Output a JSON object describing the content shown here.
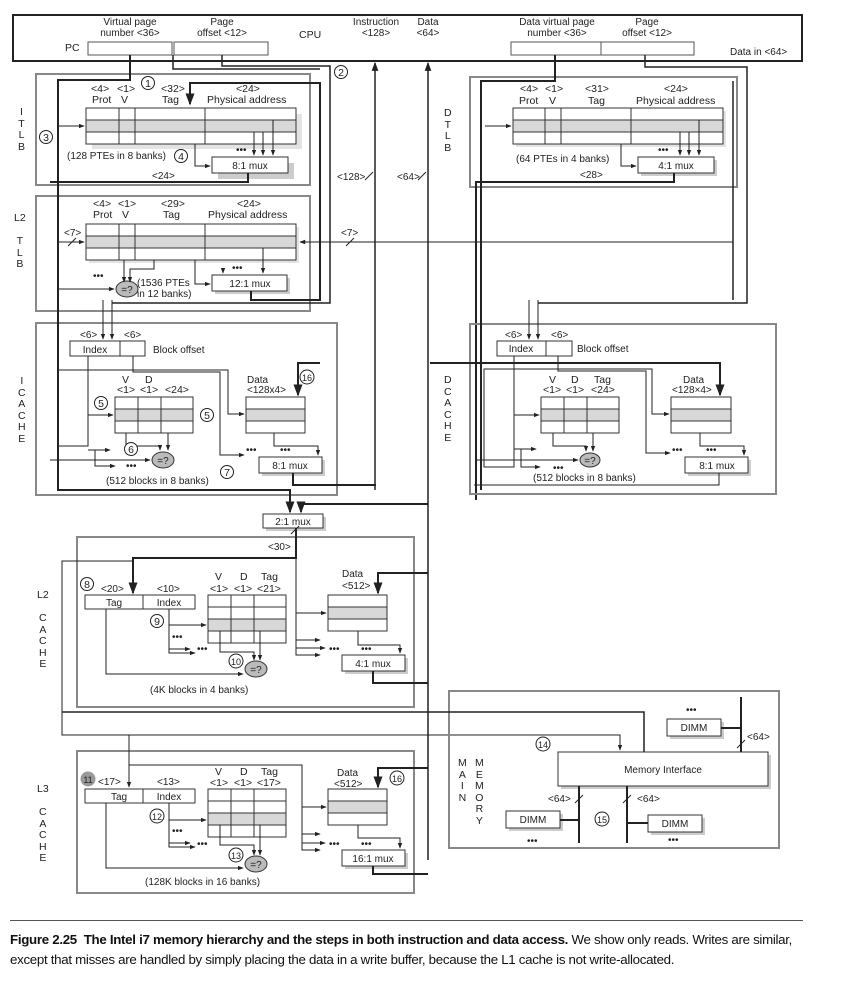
{
  "figure": {
    "cpu": {
      "title": "CPU",
      "pc_label": "PC",
      "virtual_page_number": "Virtual page\nnumber <36>",
      "page_offset": "Page\noffset <12>",
      "instruction": "Instruction\n<128>",
      "data": "Data\n<64>",
      "data_virtual_page_number": "Data virtual page\nnumber <36>",
      "data_page_offset": "Page\noffset <12>",
      "data_in": "Data in <64>"
    },
    "itlb": {
      "side_label": "I\nT\nL\nB",
      "fields": [
        {
          "width": "<4>",
          "name": "Prot"
        },
        {
          "width": "<1>",
          "name": "V"
        },
        {
          "width": "<32>",
          "name": "Tag"
        },
        {
          "width": "<24>",
          "name": "Physical address"
        }
      ],
      "capacity": "(128 PTEs in 8 banks)",
      "mux": "8:1 mux",
      "out_width": "<24>"
    },
    "dtlb": {
      "side_label": "D\nT\nL\nB",
      "fields": [
        {
          "width": "<4>",
          "name": "Prot"
        },
        {
          "width": "<1>",
          "name": "V"
        },
        {
          "width": "<31>",
          "name": "Tag"
        },
        {
          "width": "<24>",
          "name": "Physical address"
        }
      ],
      "capacity": "(64 PTEs in 4 banks)",
      "mux": "4:1 mux",
      "out_width": "<28>"
    },
    "l2tlb": {
      "side_label": "L2\n\nT\nL\nB",
      "fields": [
        {
          "width": "<4>",
          "name": "Prot"
        },
        {
          "width": "<1>",
          "name": "V"
        },
        {
          "width": "<29>",
          "name": "Tag"
        },
        {
          "width": "<24>",
          "name": "Physical address"
        }
      ],
      "index_width": "<7>",
      "capacity_line1": "(1536 PTEs",
      "capacity_line2": "in 12 banks)",
      "mux": "12:1 mux",
      "compare": "=?"
    },
    "bus_widths": {
      "instruction": "<128>",
      "data": "<64>",
      "dtlb_index": "<7>"
    },
    "icache": {
      "side_label": "I\nC\nA\nC\nH\nE",
      "index_width": "<6>",
      "offset_width": "<6>",
      "index": "Index",
      "block_offset": "Block offset",
      "tag_fields": [
        {
          "name": "V",
          "width": "<1>"
        },
        {
          "name": "D",
          "width": "<1>"
        },
        {
          "name": "",
          "width": "<24>"
        }
      ],
      "data_label": "Data",
      "data_width": "<128x4>",
      "capacity": "(512 blocks in 8 banks)",
      "mux": "8:1 mux",
      "compare": "=?"
    },
    "dcache": {
      "side_label": "D\nC\nA\nC\nH\nE",
      "index_width": "<6>",
      "offset_width": "<6>",
      "index": "Index",
      "block_offset": "Block offset",
      "tag_fields": [
        {
          "name": "V",
          "width": "<1>"
        },
        {
          "name": "D",
          "width": "<1>"
        },
        {
          "name": "Tag",
          "width": "<24>"
        }
      ],
      "data_label": "Data",
      "data_width": "<128×4>",
      "capacity": "(512 blocks in 8 banks)",
      "mux": "8:1 mux",
      "compare": "=?"
    },
    "l2mux": {
      "label": "2:1 mux",
      "width": "<30>"
    },
    "l2cache": {
      "side_label": "L2\n\nC\nA\nC\nH\nE",
      "tag_width": "<20>",
      "index_width": "<10>",
      "tag": "Tag",
      "index": "Index",
      "tag_fields": [
        {
          "name": "V",
          "width": "<1>"
        },
        {
          "name": "D",
          "width": "<1>"
        },
        {
          "name": "Tag",
          "width": "<21>"
        }
      ],
      "data_label": "Data",
      "data_width": "<512>",
      "capacity": "(4K blocks in 4 banks)",
      "mux": "4:1 mux",
      "compare": "=?"
    },
    "l3cache": {
      "side_label": "L3\n\nC\nA\nC\nH\nE",
      "tag_width": "<17>",
      "index_width": "<13>",
      "tag": "Tag",
      "index": "Index",
      "tag_fields": [
        {
          "name": "V",
          "width": "<1>"
        },
        {
          "name": "D",
          "width": "<1>"
        },
        {
          "name": "Tag",
          "width": "<17>"
        }
      ],
      "data_label": "Data",
      "data_width": "<512>",
      "capacity": "(128K blocks in 16 banks)",
      "mux": "16:1 mux",
      "compare": "=?"
    },
    "main_memory": {
      "side_label_1": "M\nA\nI\nN",
      "side_label_2": "M\nE\nM\nO\nR\nY",
      "interface": "Memory Interface",
      "dimm": "DIMM",
      "bus_width": "<64>",
      "ellipsis": "•••"
    },
    "steps": [
      "1",
      "2",
      "3",
      "4",
      "5",
      "5",
      "6",
      "7",
      "8",
      "9",
      "10",
      "11",
      "12",
      "13",
      "14",
      "15",
      "16",
      "16"
    ],
    "ellipsis": "•••"
  },
  "caption": {
    "figure_number": "Figure 2.25",
    "title": "The Intel i7 memory hierarchy and the steps in both instruction and data access.",
    "body": " We show only reads. Writes are similar, except that misses are handled by simply placing the data in a write buffer, because the L1 cache is not write-allocated."
  }
}
